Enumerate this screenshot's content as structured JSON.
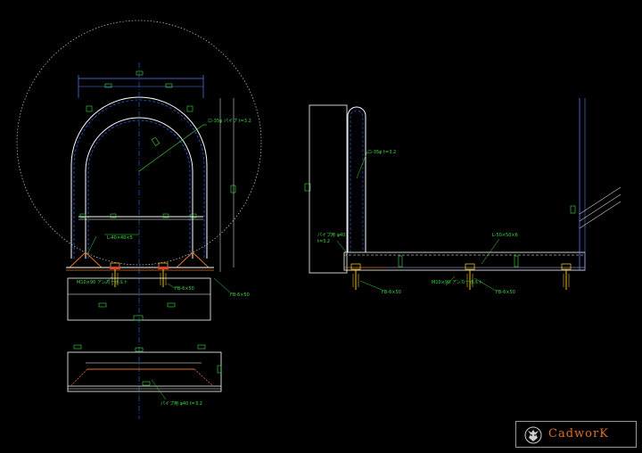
{
  "colors": {
    "background": "#000000",
    "outline": "#ffffff",
    "label": "#3ddc3d",
    "centerline": "#2a6cff",
    "orange": "#e07020",
    "yellow": "#e8c020",
    "dim": "#5a7dff"
  },
  "front_view": {
    "pipe_label": "ロ-35φ パイプ t=3.2",
    "bar_label": "L-40×40×5",
    "bolt_label_1": "M10×90 アンカーボルト",
    "bolt_label_2": "FB-6×50"
  },
  "plan_view": {
    "pipe_label": "パイプ用 φ40 t=3.2"
  },
  "side_view": {
    "pipe_label": "ロ-35φ t=3.2",
    "post_label_1": "パイプ用 φ40",
    "post_label_2": "t=3.2",
    "beam_label": "L-50×50×6",
    "bolt_label_1": "M10×90 アンカーボルト",
    "bolt_label_2": "FB-6×50",
    "bolt_label_3": "FB-6×50"
  },
  "logo": {
    "text": "CadworK",
    "icon": "lion-head-icon"
  }
}
